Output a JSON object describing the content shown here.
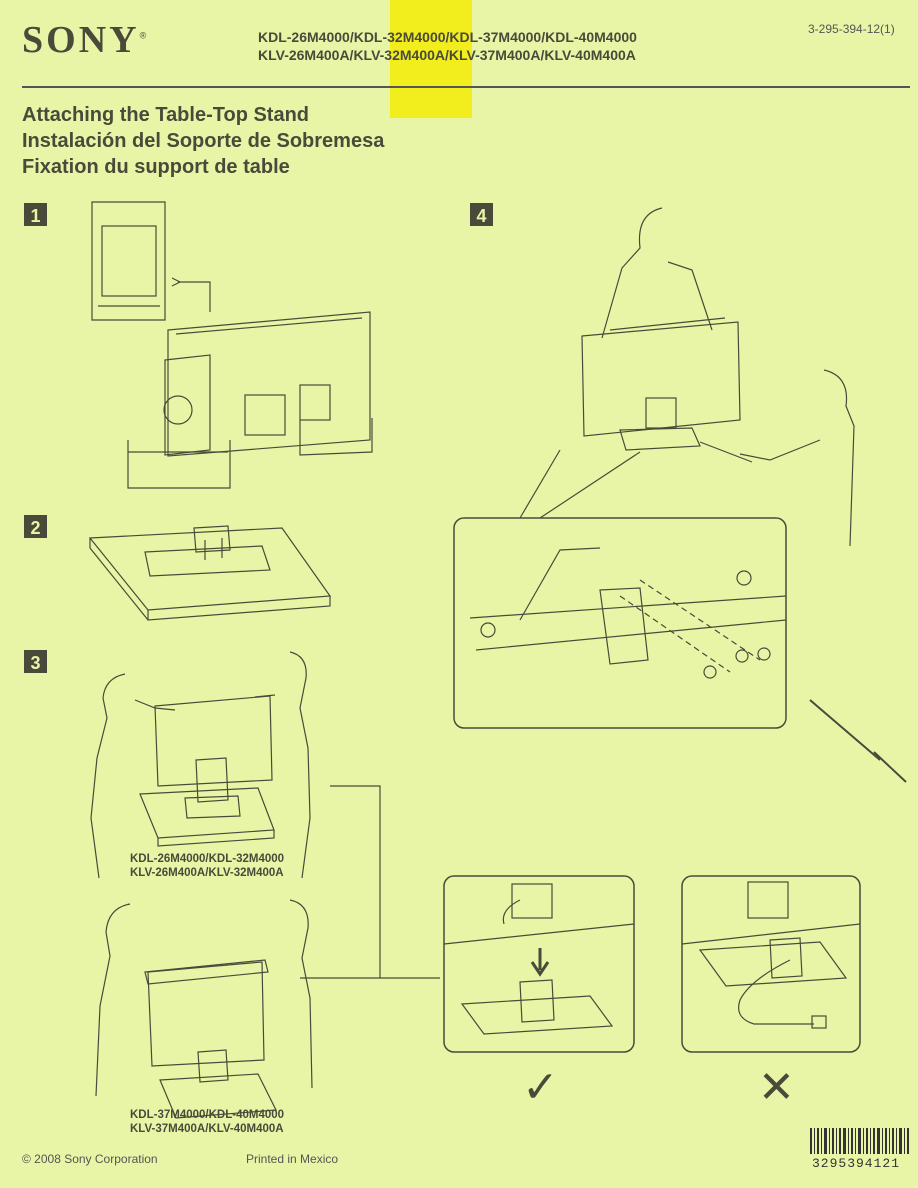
{
  "header": {
    "logo": "SONY",
    "logo_mark": "®",
    "models_line1": "KDL-26M4000/KDL-32M4000/KDL-37M4000/KDL-40M4000",
    "models_line2": "KLV-26M400A/KLV-32M400A/KLV-37M400A/KLV-40M400A",
    "part_number": "3-295-394-12(1)"
  },
  "titles": {
    "en": "Attaching the Table-Top Stand",
    "es": "Instalación del Soporte de Sobremesa",
    "fr": "Fixation du support de table"
  },
  "steps": [
    "1",
    "2",
    "3",
    "4"
  ],
  "captions": {
    "small_line1": "KDL-26M4000/KDL-32M4000",
    "small_line2": "KLV-26M400A/KLV-32M400A",
    "large_line1": "KDL-37M4000/KDL-40M4000",
    "large_line2": "KLV-37M400A/KLV-40M400A"
  },
  "marks": {
    "correct": "✓",
    "incorrect": "✕"
  },
  "footer": {
    "copyright": "© 2008 Sony Corporation",
    "printed": "Printed in Mexico",
    "barcode_number": "3295394121"
  },
  "colors": {
    "background": "#e9f5a6",
    "highlight": "#f2ee1e",
    "ink": "#4a4a3a"
  }
}
